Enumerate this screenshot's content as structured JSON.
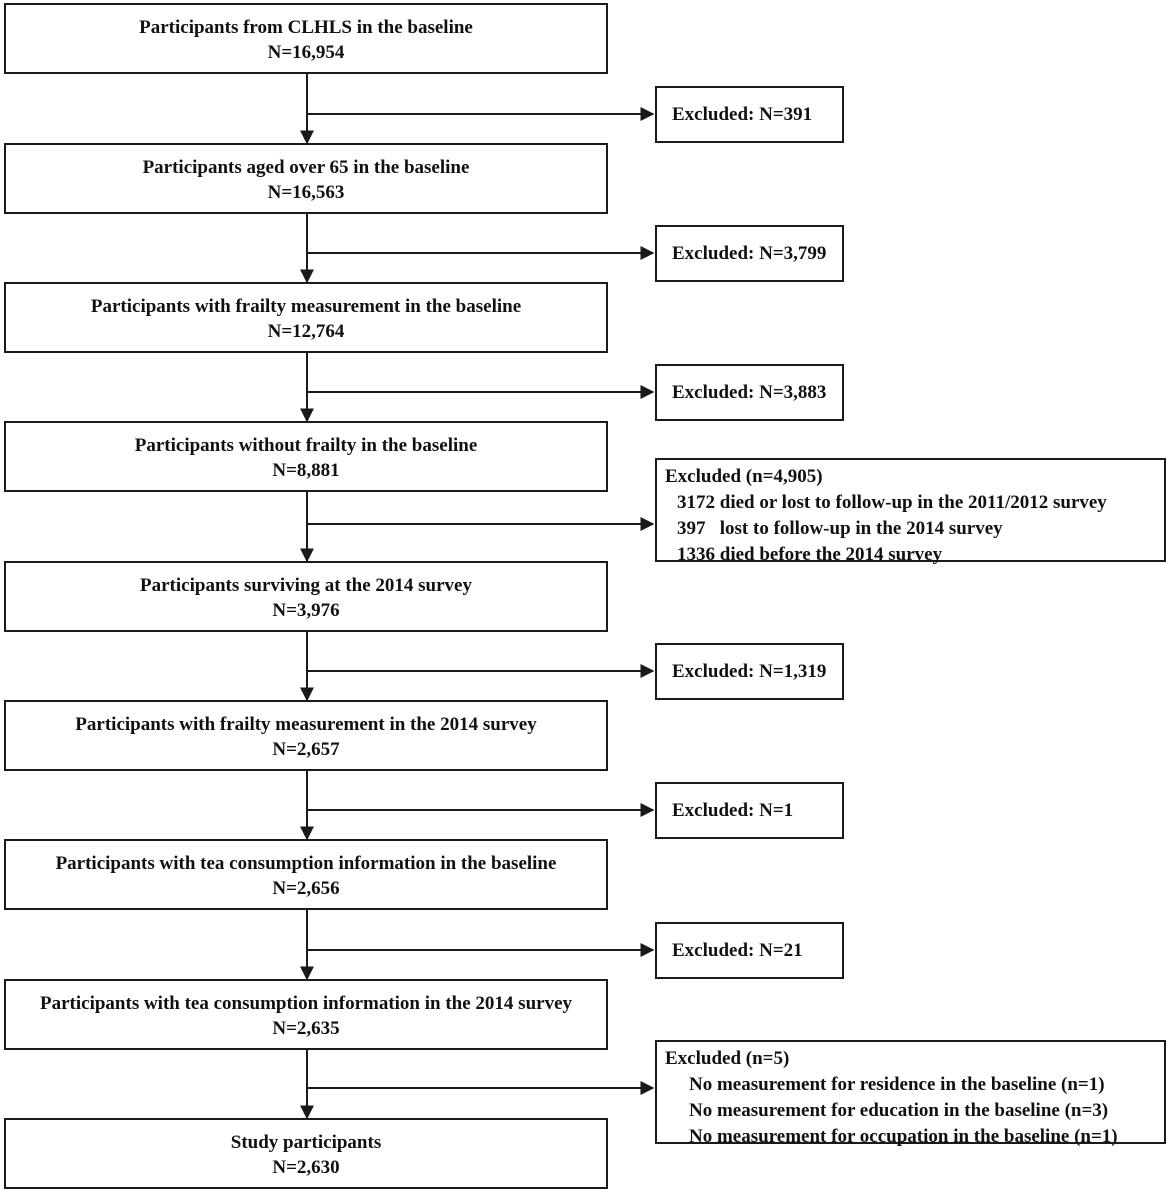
{
  "stages": [
    {
      "title": "Participants from CLHLS in the baseline",
      "count": "N=16,954"
    },
    {
      "title": "Participants aged over 65 in the baseline",
      "count": "N=16,563"
    },
    {
      "title": "Participants with frailty measurement in the baseline",
      "count": "N=12,764"
    },
    {
      "title": "Participants without frailty in the baseline",
      "count": "N=8,881"
    },
    {
      "title": "Participants surviving at the 2014 survey",
      "count": "N=3,976"
    },
    {
      "title": "Participants with frailty measurement in the 2014 survey",
      "count": "N=2,657"
    },
    {
      "title": "Participants with tea consumption information in the baseline",
      "count": "N=2,656"
    },
    {
      "title": "Participants with tea consumption information in the 2014 survey",
      "count": "N=2,635"
    },
    {
      "title": "Study participants",
      "count": "N=2,630"
    }
  ],
  "exclusions": [
    {
      "label": "Excluded: N=391"
    },
    {
      "label": "Excluded: N=3,799"
    },
    {
      "label": "Excluded: N=3,883"
    },
    {
      "label": "Excluded (n=4,905)",
      "items": [
        "3172 died or lost to follow-up in the 2011/2012 survey",
        "397   lost to follow-up in the 2014 survey",
        "1336 died before the 2014 survey"
      ]
    },
    {
      "label": "Excluded: N=1,319"
    },
    {
      "label": "Excluded: N=1"
    },
    {
      "label": "Excluded: N=21"
    },
    {
      "label": "Excluded (n=5)",
      "items": [
        "No measurement for residence in the baseline (n=1)",
        "No measurement for education in the baseline (n=3)",
        "No measurement for occupation in the baseline (n=1)"
      ]
    }
  ]
}
